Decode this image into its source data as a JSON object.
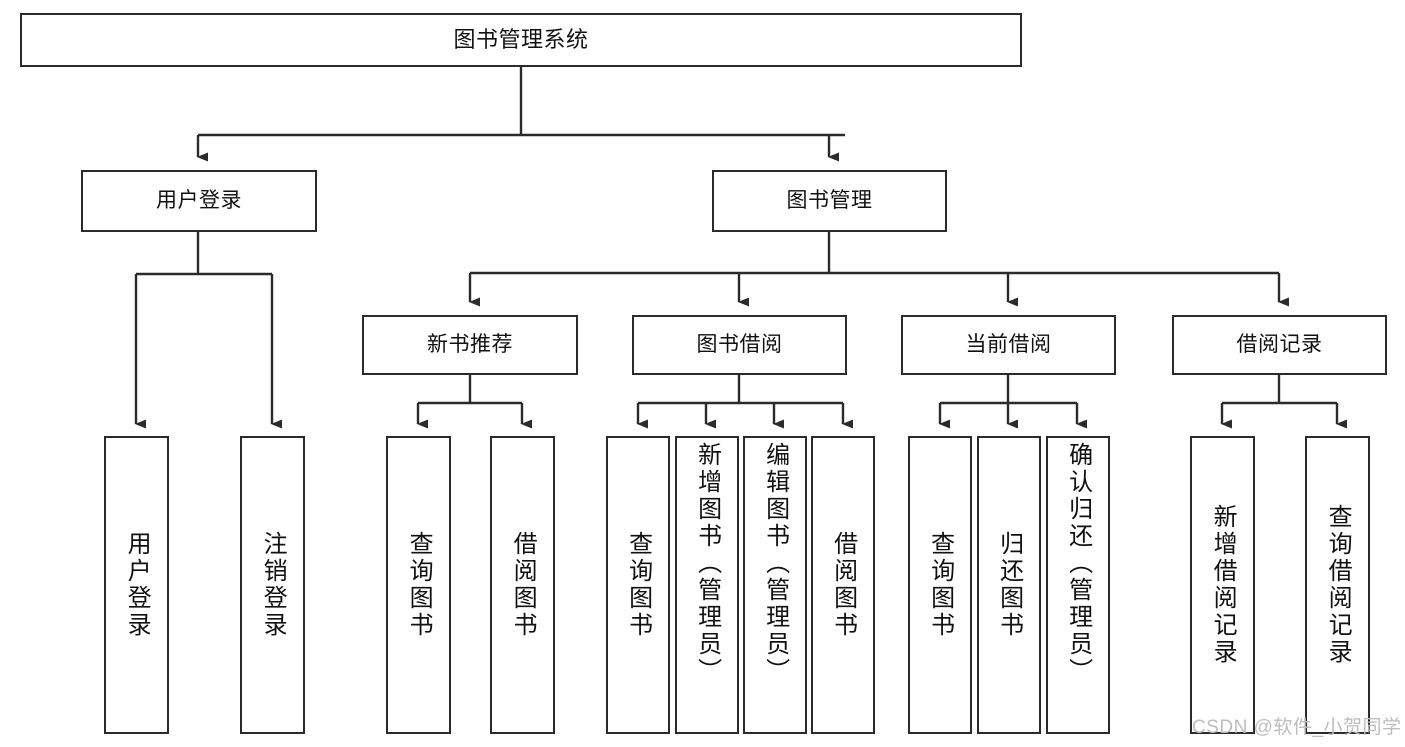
{
  "diagram": {
    "title": "图书管理系统",
    "type": "tree-hierarchy",
    "orientation": "top-down",
    "colors": {
      "box_border": "#2b2b2b",
      "box_fill": "#ffffff",
      "connector": "#2b2b2b",
      "text": "#111111",
      "watermark": "#bdbdbd",
      "canvas": "#ffffff"
    }
  },
  "watermark": {
    "text": "CSDN @软件_小贺同学"
  },
  "nodes": {
    "root": {
      "label": "图书管理系统"
    },
    "level2": [
      {
        "id": "user-login",
        "label": "用户登录"
      },
      {
        "id": "book-manage",
        "label": "图书管理"
      }
    ],
    "level3": [
      {
        "id": "new-book-rec",
        "label": "新书推荐"
      },
      {
        "id": "book-borrow",
        "label": "图书借阅"
      },
      {
        "id": "current-borrow",
        "label": "当前借阅"
      },
      {
        "id": "borrow-record",
        "label": "借阅记录"
      }
    ],
    "leaves": {
      "user_login": [
        {
          "id": "leaf-user-login",
          "label": "用户登录"
        },
        {
          "id": "leaf-user-logout",
          "label": "注销登录"
        }
      ],
      "new_book_rec": [
        {
          "id": "leaf-query-book-1",
          "label": "查询图书"
        },
        {
          "id": "leaf-borrow-book-1",
          "label": "借阅图书"
        }
      ],
      "book_borrow": [
        {
          "id": "leaf-query-book-2",
          "label": "查询图书"
        },
        {
          "id": "leaf-add-book",
          "label": "新增图书（管理员）"
        },
        {
          "id": "leaf-edit-book",
          "label": "编辑图书（管理员）"
        },
        {
          "id": "leaf-borrow-book-2",
          "label": "借阅图书"
        }
      ],
      "current_borrow": [
        {
          "id": "leaf-query-book-3",
          "label": "查询图书"
        },
        {
          "id": "leaf-return-book",
          "label": "归还图书"
        },
        {
          "id": "leaf-confirm-return",
          "label": "确认归还（管理员）"
        }
      ],
      "borrow_record": [
        {
          "id": "leaf-add-record",
          "label": "新增借阅记录"
        },
        {
          "id": "leaf-query-record",
          "label": "查询借阅记录"
        }
      ]
    }
  }
}
